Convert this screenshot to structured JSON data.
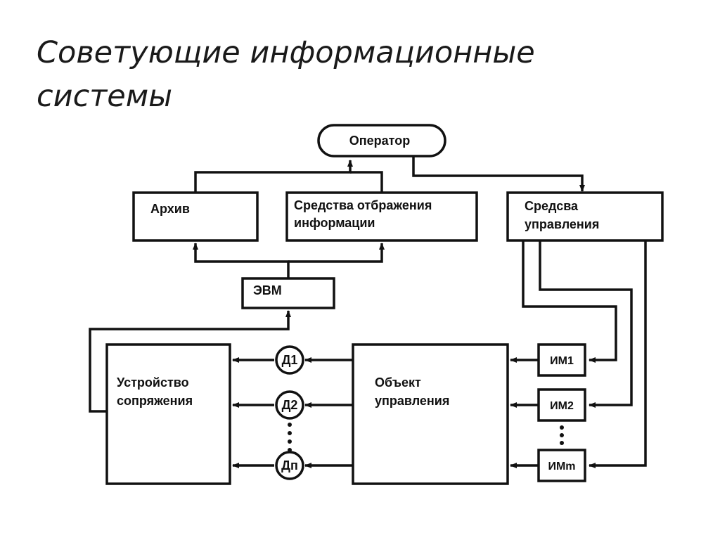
{
  "slide": {
    "title_lines": [
      "Советующие информационные",
      "системы"
    ]
  },
  "diagram": {
    "operator": "Оператор",
    "archive": "Архив",
    "display": [
      "Средства отбражения",
      "информации"
    ],
    "controls": [
      "Средсва",
      "управления"
    ],
    "computer": "ЭВМ",
    "interface": [
      "Устройство",
      "сопряжения"
    ],
    "object": [
      "Объект",
      "управления"
    ],
    "sensors": [
      "Д1",
      "Д2",
      "Дп"
    ],
    "actuators": [
      "ИМ1",
      "ИМ2",
      "ИМm"
    ]
  }
}
